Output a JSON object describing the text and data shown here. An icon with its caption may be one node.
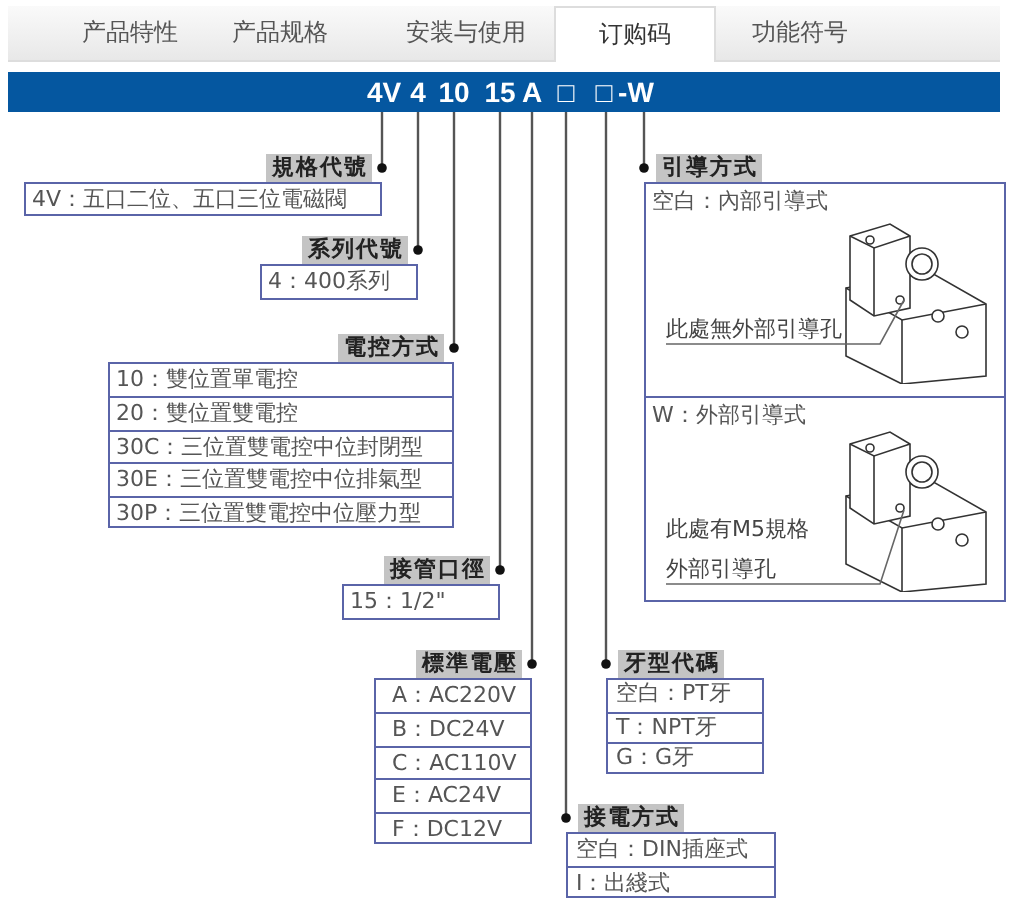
{
  "diagram": {
    "nodes": [
      {
        "text": [],
        "shape": "bar"
      },
      {
        "text": [
          "4V"
        ],
        "in": 0
      },
      {
        "text": [
          "4"
        ],
        "in": 0
      },
      {
        "text": [
          "10"
        ],
        "in": 0
      },
      {
        "text": [
          "15"
        ],
        "in": 0
      },
      {
        "text": [
          "A"
        ],
        "in": 0
      },
      {
        "text": [
          "□"
        ],
        "in": 0
      },
      {
        "text": [
          "□"
        ],
        "in": 0
      },
      {
        "text": [
          "-W"
        ],
        "in": 0
      },
      {
        "text": [
          "規格代號",
          "4V：五口二位、五口三位電磁閥"
        ]
      },
      {
        "text": [
          "系列代號",
          "4：400系列"
        ]
      },
      {
        "text": [
          "電控方式",
          "10：雙位置單電控",
          "20：雙位置雙電控",
          "30C：三位置雙電控中位封閉型",
          "30E：三位置雙電控中位排氣型",
          "30P：三位置雙電控中位壓力型"
        ]
      },
      {
        "text": [
          "接管口徑",
          "15：1/2\""
        ]
      },
      {
        "text": [
          "標準電壓",
          "A：AC220V",
          "B：DC24V",
          "C：AC110V",
          "E：AC24V",
          "F：DC12V"
        ]
      },
      {
        "text": [
          "接電方式",
          "空白：DIN插座式",
          "I：出綫式"
        ]
      },
      {
        "text": [
          "牙型代碼",
          "空白：PT牙",
          "T：NPT牙",
          "G：G牙"
        ]
      },
      {
        "text": [
          "引導方式",
          "空白：內部引導式",
          "W：外部引導式"
        ]
      },
      {
        "text": [],
        "shape": "picture",
        "in": 16
      },
      {
        "text": [
          "此處無外部引導孔"
        ],
        "in": 16
      },
      {
        "text": [],
        "shape": "picture",
        "in": 16
      },
      {
        "text": [
          "此處有M5規格外部引導孔"
        ],
        "in": 16
      }
    ],
    "edges": [
      {
        "from": 1,
        "to": 9,
        "arrow": "other"
      },
      {
        "from": 2,
        "to": 10,
        "arrow": "other"
      },
      {
        "from": 3,
        "to": 11,
        "arrow": "other"
      },
      {
        "from": 4,
        "to": 12,
        "arrow": "other"
      },
      {
        "from": 5,
        "to": 13,
        "arrow": "other"
      },
      {
        "from": 6,
        "to": 14,
        "arrow": "other"
      },
      {
        "from": 7,
        "to": 15,
        "arrow": "other"
      },
      {
        "from": 8,
        "to": 16,
        "arrow": "other"
      },
      {
        "from": 18,
        "to": 17,
        "arrow": "none"
      },
      {
        "from": 20,
        "to": 19,
        "arrow": "none"
      }
    ],
    "labels": [
      "产品特性",
      "产品规格",
      "安装与使用",
      "订购码",
      "功能符号"
    ]
  }
}
